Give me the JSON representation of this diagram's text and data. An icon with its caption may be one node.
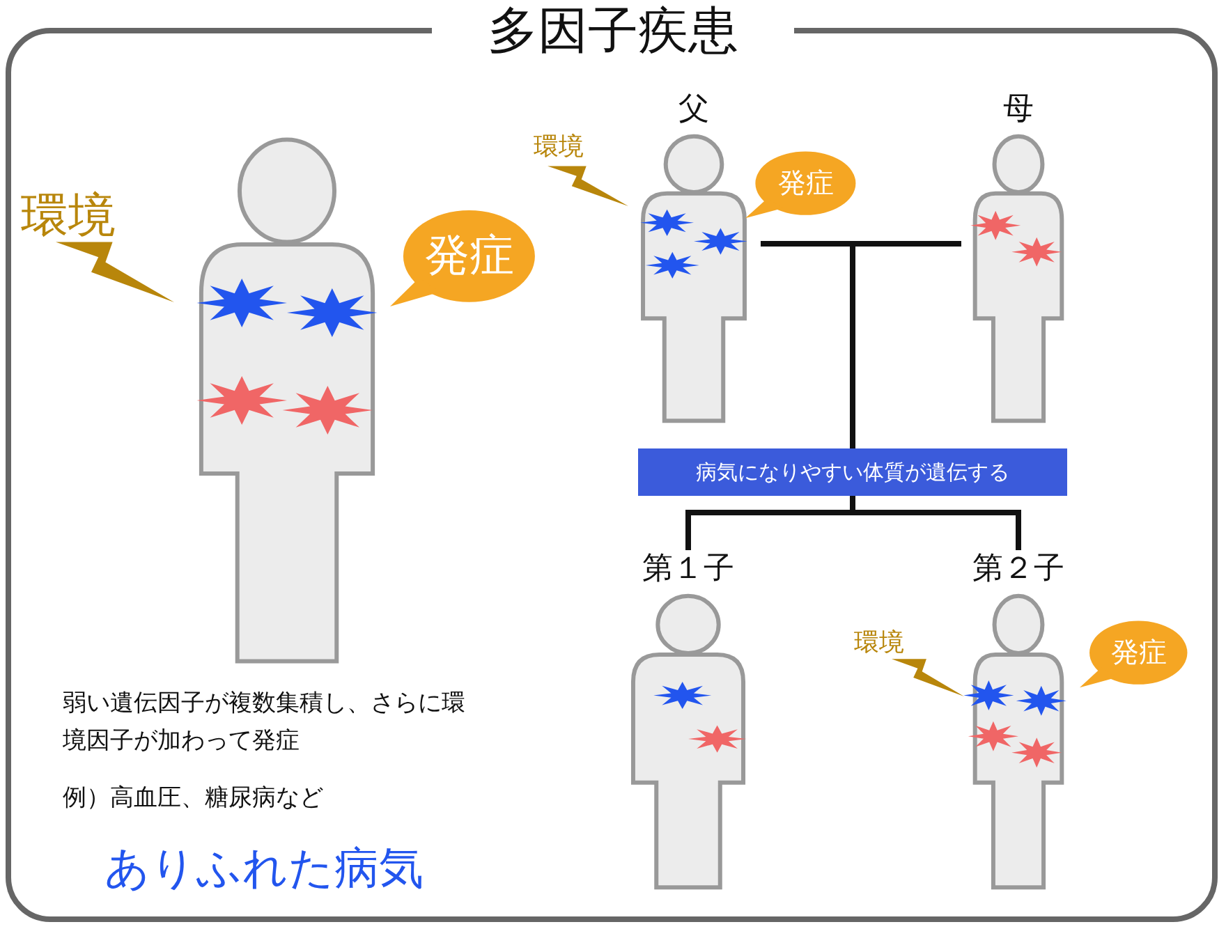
{
  "diagram": {
    "title": "多因子疾患",
    "nodes": [
      {
        "text": [],
        "shape": "person"
      },
      {
        "text": [
          "発症"
        ]
      },
      {
        "text": [
          "父"
        ]
      },
      {
        "text": [
          "発症"
        ]
      },
      {
        "text": [
          "母"
        ]
      },
      {
        "text": [
          "病気になりやすい体質が遺伝する"
        ]
      },
      {
        "text": [
          "第１子"
        ]
      },
      {
        "text": [
          "第２子"
        ]
      },
      {
        "text": [
          "発症"
        ]
      }
    ],
    "edges": [
      {
        "from": 2,
        "to": 5,
        "arrow": "none"
      },
      {
        "from": 4,
        "to": 5,
        "arrow": "none"
      },
      {
        "from": 5,
        "to": 6,
        "arrow": "none"
      },
      {
        "from": 5,
        "to": 7,
        "arrow": "none"
      }
    ],
    "labels": [
      "環境",
      "環境",
      "環境",
      "弱い遺伝因子が複数集積し、さらに環境因子が加わって発症",
      "例）高血圧、糖尿病など",
      "ありふれた病気"
    ]
  }
}
